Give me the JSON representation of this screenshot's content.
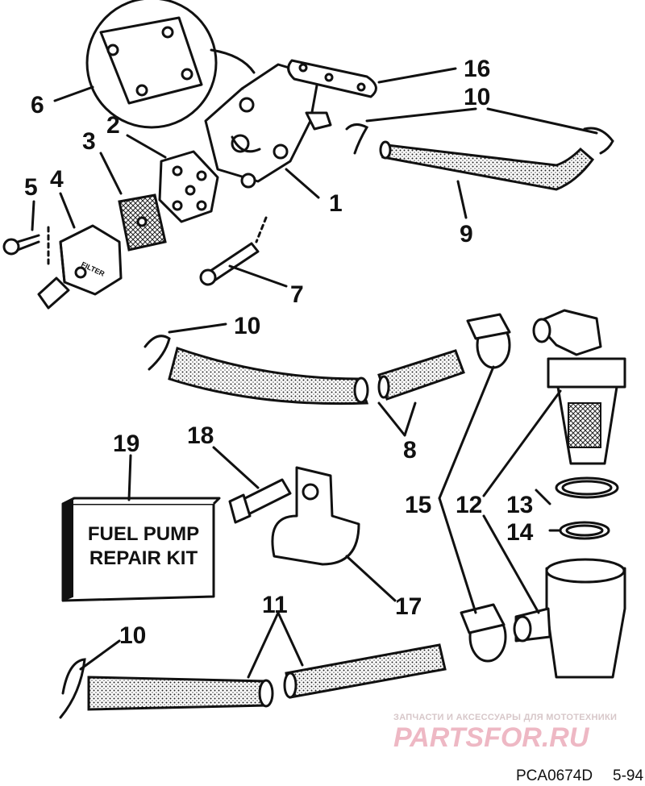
{
  "diagram": {
    "callouts": [
      "1",
      "2",
      "3",
      "4",
      "5",
      "6",
      "7",
      "8",
      "9",
      "10",
      "10",
      "10",
      "11",
      "12",
      "13",
      "14",
      "15",
      "16",
      "17",
      "18",
      "19"
    ],
    "kit_box": {
      "line1": "FUEL PUMP",
      "line2": "REPAIR KIT"
    },
    "filter_label": "FILTER",
    "watermark": {
      "small": "ЗАПЧАСТИ И АКСЕССУАРЫ ДЛЯ МОТОТЕХНИКИ",
      "big": "PARTSFOR.RU"
    },
    "footer": {
      "code": "PCA0674D",
      "page": "5-94"
    }
  }
}
